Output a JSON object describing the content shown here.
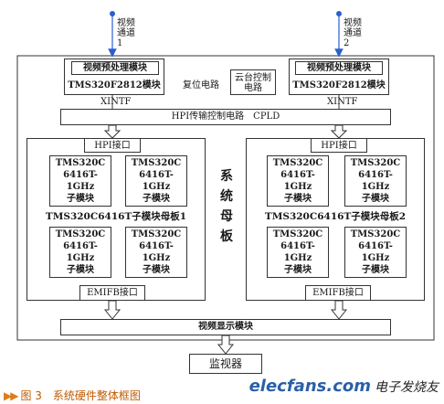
{
  "inputs": {
    "left": "视频\n通道\n1",
    "right": "视频\n通道\n2"
  },
  "top_row": {
    "preprocess_left": "视频预处理模块",
    "preprocess_right": "视频预处理模块",
    "reset_circuit": "复位电路",
    "ptz_control": "云台控制\n电路",
    "dsp_left": "TMS320F2812模块",
    "dsp_right": "TMS320F2812模块"
  },
  "xintf_left": "XINTF",
  "xintf_right": "XINTF",
  "hpi_bus": "HPI传输控制电路　CPLD",
  "boards": {
    "left": {
      "hpi_port": "HPI接口",
      "title": "TMS320C6416T子模块母板1",
      "emif_port": "EMIFB接口"
    },
    "right": {
      "hpi_port": "HPI接口",
      "title": "TMS320C6416T子模块母板2",
      "emif_port": "EMIFB接口"
    },
    "submodule": [
      "TMS320C",
      "6416T-",
      "1GHz",
      "子模块"
    ]
  },
  "system_board": "系统母板",
  "display_module": "视频显示模块",
  "monitor": "监视器",
  "caption": "图 3　系统硬件整体框图",
  "brand": {
    "en": "elecfans.com",
    "cn": "电子发烧友"
  }
}
